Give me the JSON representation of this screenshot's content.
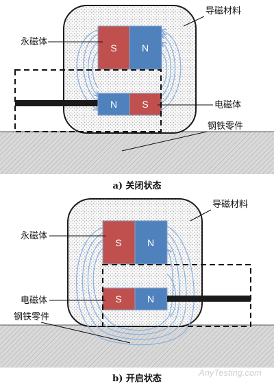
{
  "colors": {
    "south_pole": "#c0504d",
    "north_pole": "#4f81bd",
    "magnet_border": "#8aa4c8",
    "flux_line": "#8db3e2",
    "base_fill": "#d9d9d9",
    "rod": "#1a1a1a"
  },
  "panel_a": {
    "label_conductor": "导磁材料",
    "label_permanent": "永磁体",
    "label_electro": "电磁体",
    "label_steel": "钢铁零件",
    "permanent_poles": [
      "S",
      "N"
    ],
    "electro_poles": [
      "N",
      "S"
    ],
    "caption": "a) 关闭状态"
  },
  "panel_b": {
    "label_conductor": "导磁材料",
    "label_permanent": "永磁体",
    "label_electro": "电磁体",
    "label_steel": "钢铁零件",
    "permanent_poles": [
      "S",
      "N"
    ],
    "electro_poles": [
      "S",
      "N"
    ],
    "caption": "b) 开启状态"
  },
  "watermark": "AnyTesting.com"
}
